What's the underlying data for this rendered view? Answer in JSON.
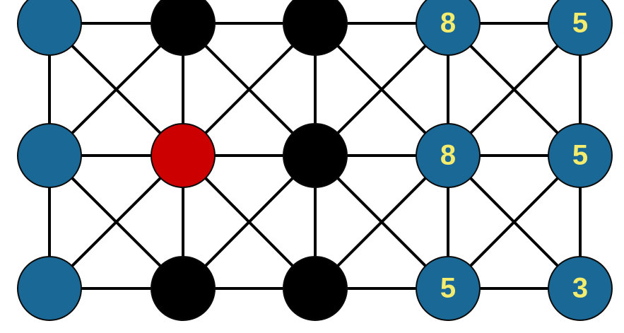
{
  "colors": {
    "background": "#ffffff",
    "edge": "#000000",
    "node_outline": "#0a0a0a",
    "blue_node": "#1a6896",
    "black_node": "#000000",
    "red_node": "#cc0000",
    "label": "#f4ec6e"
  },
  "board": {
    "columns": 5,
    "rows": 3,
    "nodes": [
      {
        "id": "r1c1",
        "row": 1,
        "col": 1,
        "state": "blue",
        "label": ""
      },
      {
        "id": "r1c2",
        "row": 1,
        "col": 2,
        "state": "black",
        "label": ""
      },
      {
        "id": "r1c3",
        "row": 1,
        "col": 3,
        "state": "black",
        "label": ""
      },
      {
        "id": "r1c4",
        "row": 1,
        "col": 4,
        "state": "blue",
        "label": "8"
      },
      {
        "id": "r1c5",
        "row": 1,
        "col": 5,
        "state": "blue",
        "label": "5"
      },
      {
        "id": "r2c1",
        "row": 2,
        "col": 1,
        "state": "blue",
        "label": ""
      },
      {
        "id": "r2c2",
        "row": 2,
        "col": 2,
        "state": "red",
        "label": ""
      },
      {
        "id": "r2c3",
        "row": 2,
        "col": 3,
        "state": "black",
        "label": ""
      },
      {
        "id": "r2c4",
        "row": 2,
        "col": 4,
        "state": "blue",
        "label": "8"
      },
      {
        "id": "r2c5",
        "row": 2,
        "col": 5,
        "state": "blue",
        "label": "5"
      },
      {
        "id": "r3c1",
        "row": 3,
        "col": 1,
        "state": "blue",
        "label": ""
      },
      {
        "id": "r3c2",
        "row": 3,
        "col": 2,
        "state": "black",
        "label": ""
      },
      {
        "id": "r3c3",
        "row": 3,
        "col": 3,
        "state": "black",
        "label": ""
      },
      {
        "id": "r3c4",
        "row": 3,
        "col": 4,
        "state": "blue",
        "label": "5"
      },
      {
        "id": "r3c5",
        "row": 3,
        "col": 5,
        "state": "blue",
        "label": "3"
      }
    ]
  }
}
